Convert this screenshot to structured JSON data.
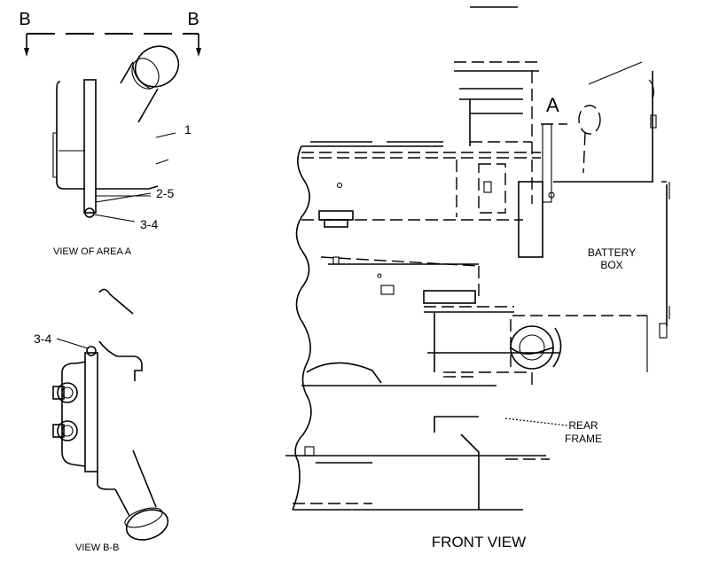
{
  "labels": {
    "section_b_left": "B",
    "section_b_right": "B",
    "detail_a": "A",
    "callout_1": "1",
    "callout_2_5": "2-5",
    "callout_3_4_top": "3-4",
    "callout_3_4_bottom": "3-4",
    "view_of_area_a": "VIEW OF AREA  A",
    "view_b_b": "VIEW B-B",
    "battery_box_line1": "BATTERY",
    "battery_box_line2": "BOX",
    "rear_frame_line1": "REAR",
    "rear_frame_line2": "FRAME",
    "front_view": "FRONT VIEW"
  }
}
